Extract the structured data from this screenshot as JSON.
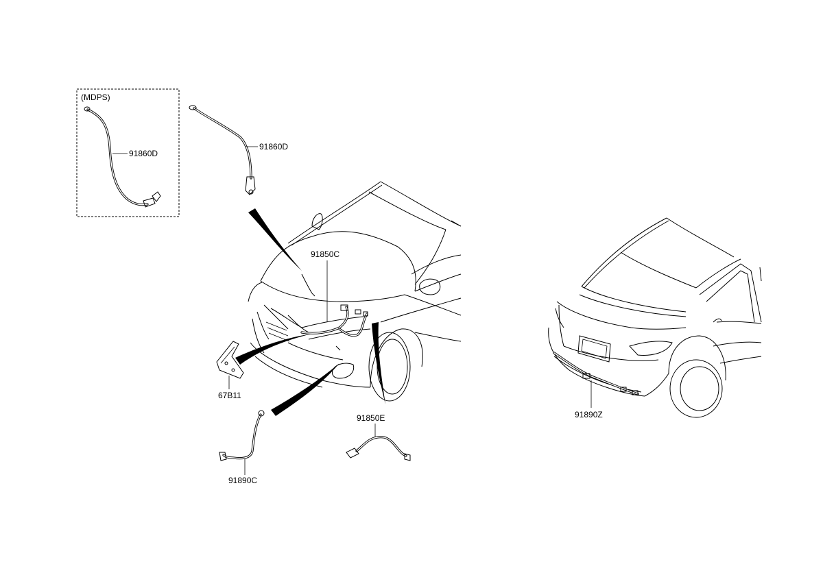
{
  "inset": {
    "label": "(MDPS)"
  },
  "parts": {
    "cable_91860D_mdps": "91860D",
    "cable_91860D": "91860D",
    "harness_91850C": "91850C",
    "bracket_67B11": "67B11",
    "cable_91850E": "91850E",
    "cable_91890C": "91890C",
    "harness_91890Z": "91890Z"
  }
}
